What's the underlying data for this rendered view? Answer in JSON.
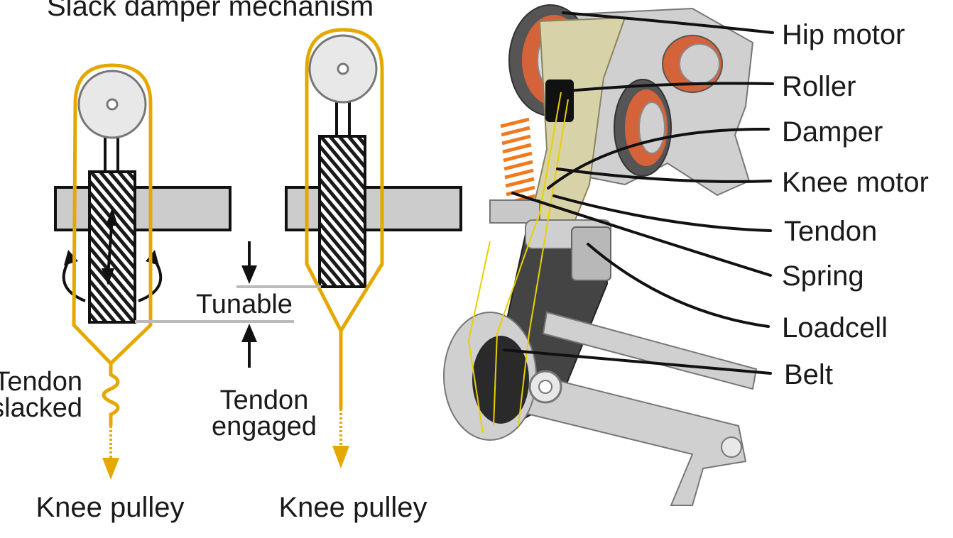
{
  "title": "Slack damper mechanism",
  "left_labels": {
    "tendon_slacked": [
      "Tendon",
      "slacked"
    ],
    "tunable": "Tunable",
    "tendon_engaged": [
      "Tendon",
      "engaged"
    ],
    "knee_pulley_left": "Knee pulley",
    "knee_pulley_right": "Knee pulley"
  },
  "parts": [
    "Hip motor",
    "Roller",
    "Damper",
    "Knee motor",
    "Tendon",
    "Spring",
    "Loadcell",
    "Belt"
  ],
  "colors": {
    "tendon": "#e5a800",
    "body_gray": "#cfcfcf",
    "spring": "#f07a20",
    "motor_coil": "#d4633a",
    "bracket": "#d8d2a8",
    "dark": "#1a1a1a"
  }
}
